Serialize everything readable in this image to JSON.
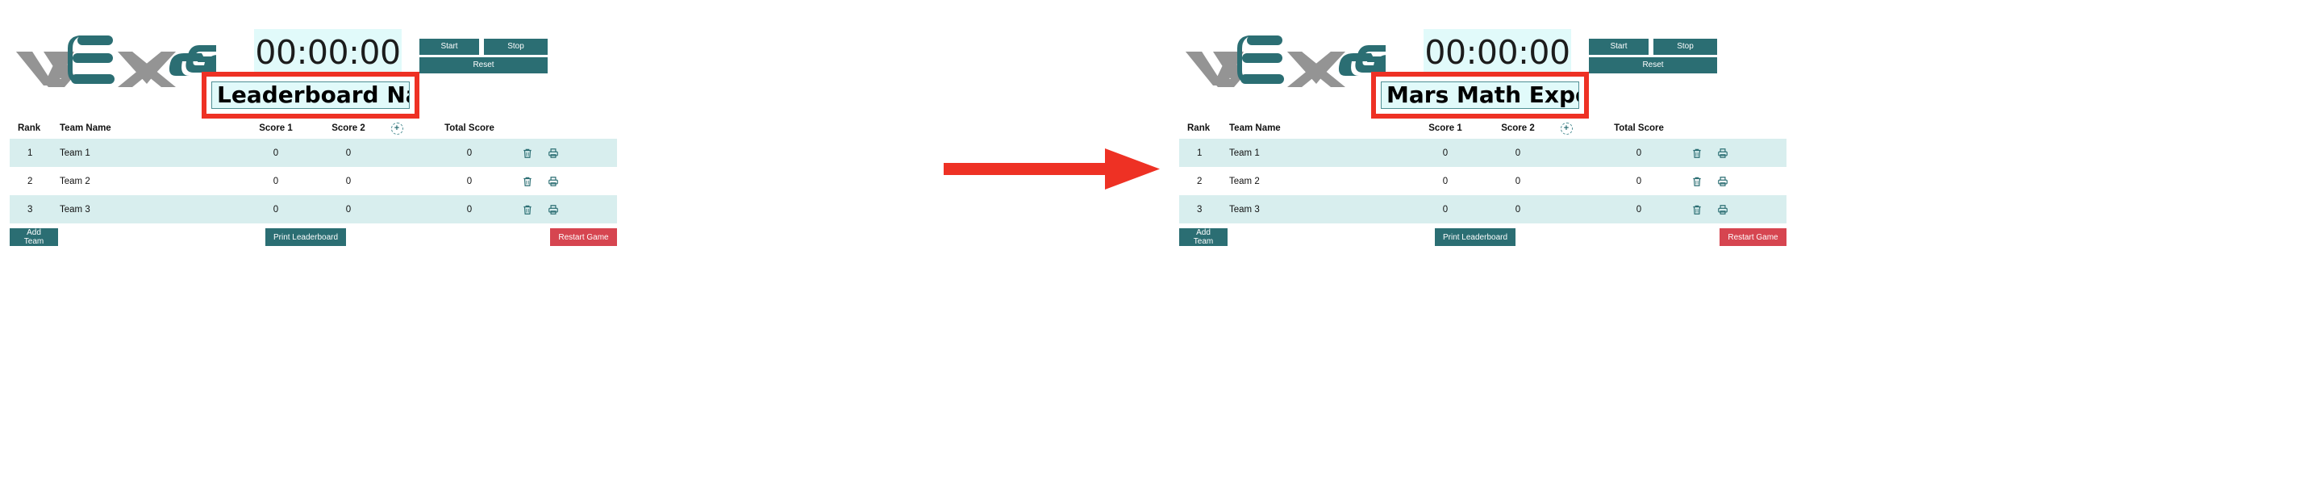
{
  "brand": {
    "logo_text_vex": "VEX",
    "logo_text_go": "GO",
    "logo_name": "vex-go-logo",
    "teal": "#2b6e73",
    "gray": "#949494",
    "red_highlight": "#ee3124",
    "row_alt": "#d8eeee",
    "field_bg": "#e1fafa",
    "restart_red": "#d64550"
  },
  "panels": [
    {
      "id": "before",
      "timer": {
        "value": "00:00:00"
      },
      "timer_buttons": {
        "start": "Start",
        "stop": "Stop",
        "reset": "Reset"
      },
      "leaderboard_name": {
        "value": "Leaderboard Nam",
        "placeholder": "Leaderboard Name",
        "caret": false
      },
      "table": {
        "headers": {
          "rank": "Rank",
          "team_name": "Team Name",
          "score1": "Score 1",
          "score2": "Score 2",
          "add_column": "+",
          "total": "Total Score"
        },
        "rows": [
          {
            "rank": "1",
            "team": "Team 1",
            "score1": "0",
            "score2": "0",
            "total": "0"
          },
          {
            "rank": "2",
            "team": "Team 2",
            "score1": "0",
            "score2": "0",
            "total": "0"
          },
          {
            "rank": "3",
            "team": "Team 3",
            "score1": "0",
            "score2": "0",
            "total": "0"
          }
        ]
      },
      "footer": {
        "add_team": "Add Team",
        "print": "Print Leaderboard",
        "restart": "Restart Game"
      }
    },
    {
      "id": "after",
      "timer": {
        "value": "00:00:00"
      },
      "timer_buttons": {
        "start": "Start",
        "stop": "Stop",
        "reset": "Reset"
      },
      "leaderboard_name": {
        "value": "Mars Math Expedition",
        "placeholder": "Leaderboard Name",
        "caret": true
      },
      "table": {
        "headers": {
          "rank": "Rank",
          "team_name": "Team Name",
          "score1": "Score 1",
          "score2": "Score 2",
          "add_column": "+",
          "total": "Total Score"
        },
        "rows": [
          {
            "rank": "1",
            "team": "Team 1",
            "score1": "0",
            "score2": "0",
            "total": "0"
          },
          {
            "rank": "2",
            "team": "Team 2",
            "score1": "0",
            "score2": "0",
            "total": "0"
          },
          {
            "rank": "3",
            "team": "Team 3",
            "score1": "0",
            "score2": "0",
            "total": "0"
          }
        ]
      },
      "footer": {
        "add_team": "Add Team",
        "print": "Print Leaderboard",
        "restart": "Restart Game"
      }
    }
  ],
  "annotation": {
    "arrow_color": "#ee3124",
    "arrow_name": "red-right-arrow"
  }
}
